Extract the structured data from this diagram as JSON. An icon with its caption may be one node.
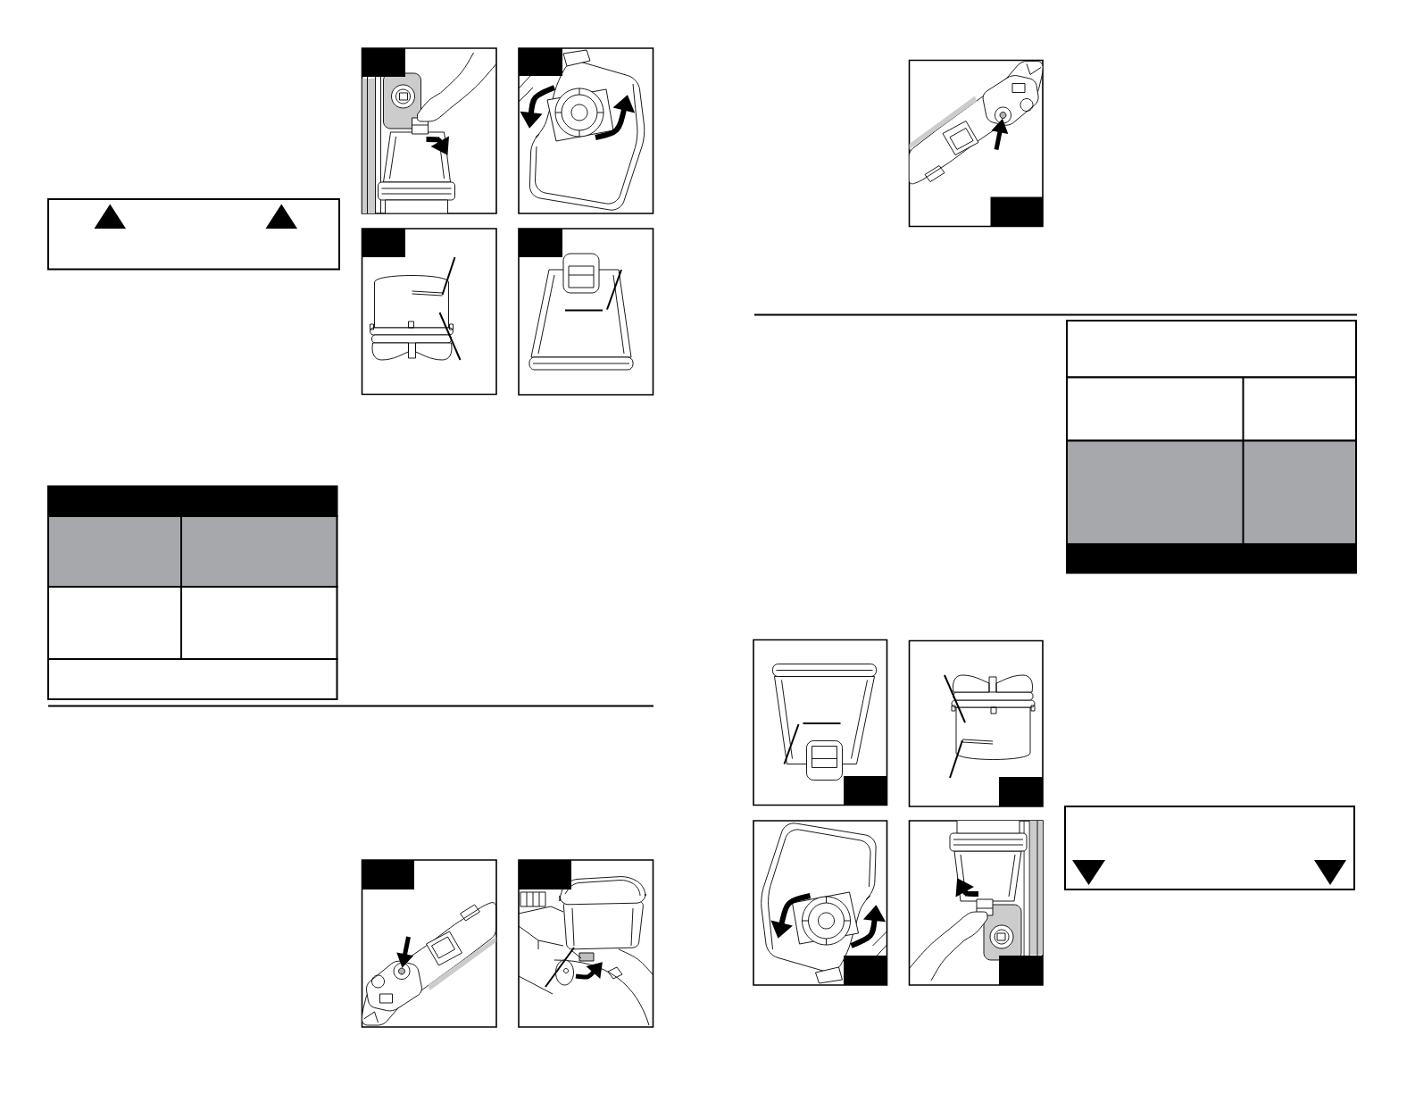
{
  "diagram": {
    "nodes": [
      {
        "text": [],
        "shape": "picture"
      },
      {
        "text": [],
        "shape": "picture"
      },
      {
        "text": [],
        "shape": "box"
      },
      {
        "text": [],
        "shape": "picture"
      },
      {
        "text": [],
        "shape": "picture"
      },
      {
        "text": [],
        "shape": "table"
      },
      {
        "text": [],
        "shape": "picture"
      },
      {
        "text": [],
        "shape": "picture"
      },
      {
        "text": [],
        "shape": "picture"
      },
      {
        "text": [],
        "shape": "table"
      },
      {
        "text": [],
        "shape": "picture"
      },
      {
        "text": [],
        "shape": "picture"
      },
      {
        "text": [],
        "shape": "box"
      },
      {
        "text": [],
        "shape": "picture"
      },
      {
        "text": [],
        "shape": "picture"
      }
    ]
  }
}
